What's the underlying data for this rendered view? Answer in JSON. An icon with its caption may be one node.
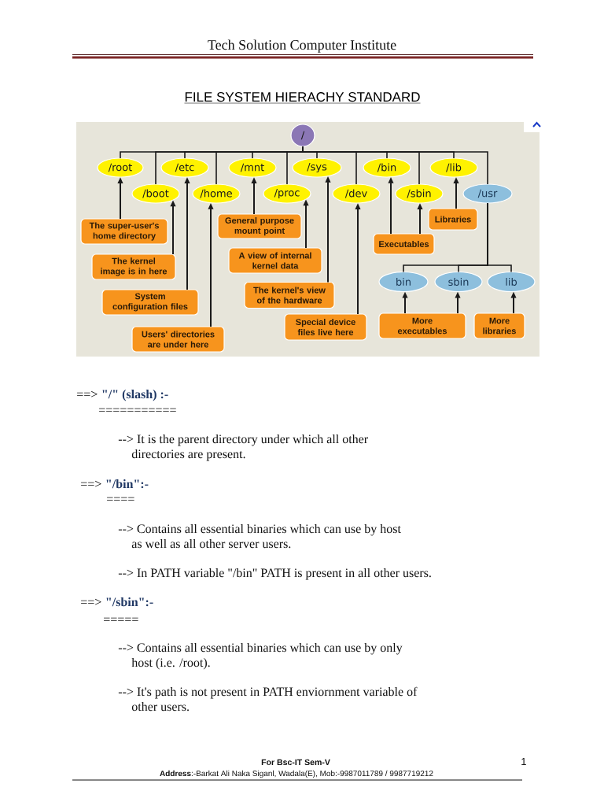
{
  "diagram": {
    "title": "FILE SYSTEM HIERACHY STANDARD",
    "nodes": [
      {
        "text": [
          "/"
        ]
      },
      {
        "text": [
          "/root"
        ]
      },
      {
        "text": [
          "/etc"
        ]
      },
      {
        "text": [
          "/mnt"
        ]
      },
      {
        "text": [
          "/sys"
        ]
      },
      {
        "text": [
          "/bin"
        ]
      },
      {
        "text": [
          "/lib"
        ]
      },
      {
        "text": [
          "/boot"
        ]
      },
      {
        "text": [
          "/home"
        ]
      },
      {
        "text": [
          "/proc"
        ]
      },
      {
        "text": [
          "/dev"
        ]
      },
      {
        "text": [
          "/sbin"
        ]
      },
      {
        "text": [
          "/usr"
        ]
      },
      {
        "text": [
          "Libraries"
        ]
      },
      {
        "text": [
          "General purpose mount point"
        ]
      },
      {
        "text": [
          "The super-user's home directory"
        ]
      },
      {
        "text": [
          "Executables"
        ]
      },
      {
        "text": [
          "A view of internal kernel data"
        ]
      },
      {
        "text": [
          "The kernel image is in here"
        ]
      },
      {
        "text": [
          "bin"
        ]
      },
      {
        "text": [
          "sbin"
        ]
      },
      {
        "text": [
          "lib"
        ]
      },
      {
        "text": [
          "The kernel's view of the hardware"
        ]
      },
      {
        "text": [
          "System configuration files"
        ]
      },
      {
        "text": [
          "Special device files live here"
        ]
      },
      {
        "text": [
          "More executables"
        ]
      },
      {
        "text": [
          "More libraries"
        ]
      },
      {
        "text": [
          "Users' directories are under here"
        ]
      }
    ],
    "edges": [
      {
        "from": 0,
        "to": 1,
        "arrow": "none"
      },
      {
        "from": 0,
        "to": 2,
        "arrow": "none"
      },
      {
        "from": 0,
        "to": 3,
        "arrow": "none"
      },
      {
        "from": 0,
        "to": 4,
        "arrow": "none"
      },
      {
        "from": 0,
        "to": 5,
        "arrow": "none"
      },
      {
        "from": 0,
        "to": 6,
        "arrow": "none"
      },
      {
        "from": 0,
        "to": 7,
        "arrow": "none"
      },
      {
        "from": 0,
        "to": 8,
        "arrow": "none"
      },
      {
        "from": 0,
        "to": 9,
        "arrow": "none"
      },
      {
        "from": 0,
        "to": 10,
        "arrow": "none"
      },
      {
        "from": 0,
        "to": 11,
        "arrow": "none"
      },
      {
        "from": 0,
        "to": 12,
        "arrow": "none"
      },
      {
        "from": 12,
        "to": 19,
        "arrow": "none"
      },
      {
        "from": 12,
        "to": 20,
        "arrow": "none"
      },
      {
        "from": 12,
        "to": 21,
        "arrow": "none"
      },
      {
        "from": 15,
        "to": 1,
        "arrow": "to"
      },
      {
        "from": 18,
        "to": 7,
        "arrow": "to"
      },
      {
        "from": 23,
        "to": 2,
        "arrow": "to"
      },
      {
        "from": 27,
        "to": 8,
        "arrow": "to"
      },
      {
        "from": 14,
        "to": 3,
        "arrow": "to"
      },
      {
        "from": 17,
        "to": 9,
        "arrow": "to"
      },
      {
        "from": 22,
        "to": 4,
        "arrow": "to"
      },
      {
        "from": 24,
        "to": 10,
        "arrow": "to"
      },
      {
        "from": 16,
        "to": 5,
        "arrow": "to"
      },
      {
        "from": 16,
        "to": 11,
        "arrow": "to"
      },
      {
        "from": 13,
        "to": 6,
        "arrow": "to"
      },
      {
        "from": 25,
        "to": 19,
        "arrow": "to"
      },
      {
        "from": 25,
        "to": 20,
        "arrow": "to"
      },
      {
        "from": 26,
        "to": 21,
        "arrow": "to"
      }
    ],
    "labels": [
      "Tech Solution Computer Institute",
      "==>",
      "\"/\" (slash) :-",
      "===========",
      "--> It is the parent directory under which all other directories are present.",
      "==>",
      "\"/bin\":-",
      "====",
      "--> Contains all essential binaries which can use by host as well as all other server users.",
      "--> In PATH variable \"/bin\" PATH is present in all other users.",
      "==>",
      "\"/sbin\":-",
      "=====",
      "--> Contains all essential binaries which can use by only host (i.e. /root).",
      "--> It's path is not present in PATH enviornment variable of other users.",
      "For Bsc-IT Sem-V",
      "1",
      "**Address**:-Barkat Ali Naka Siganl, Wadala(E), Mob:-9987011789 / 9987719212"
    ]
  }
}
